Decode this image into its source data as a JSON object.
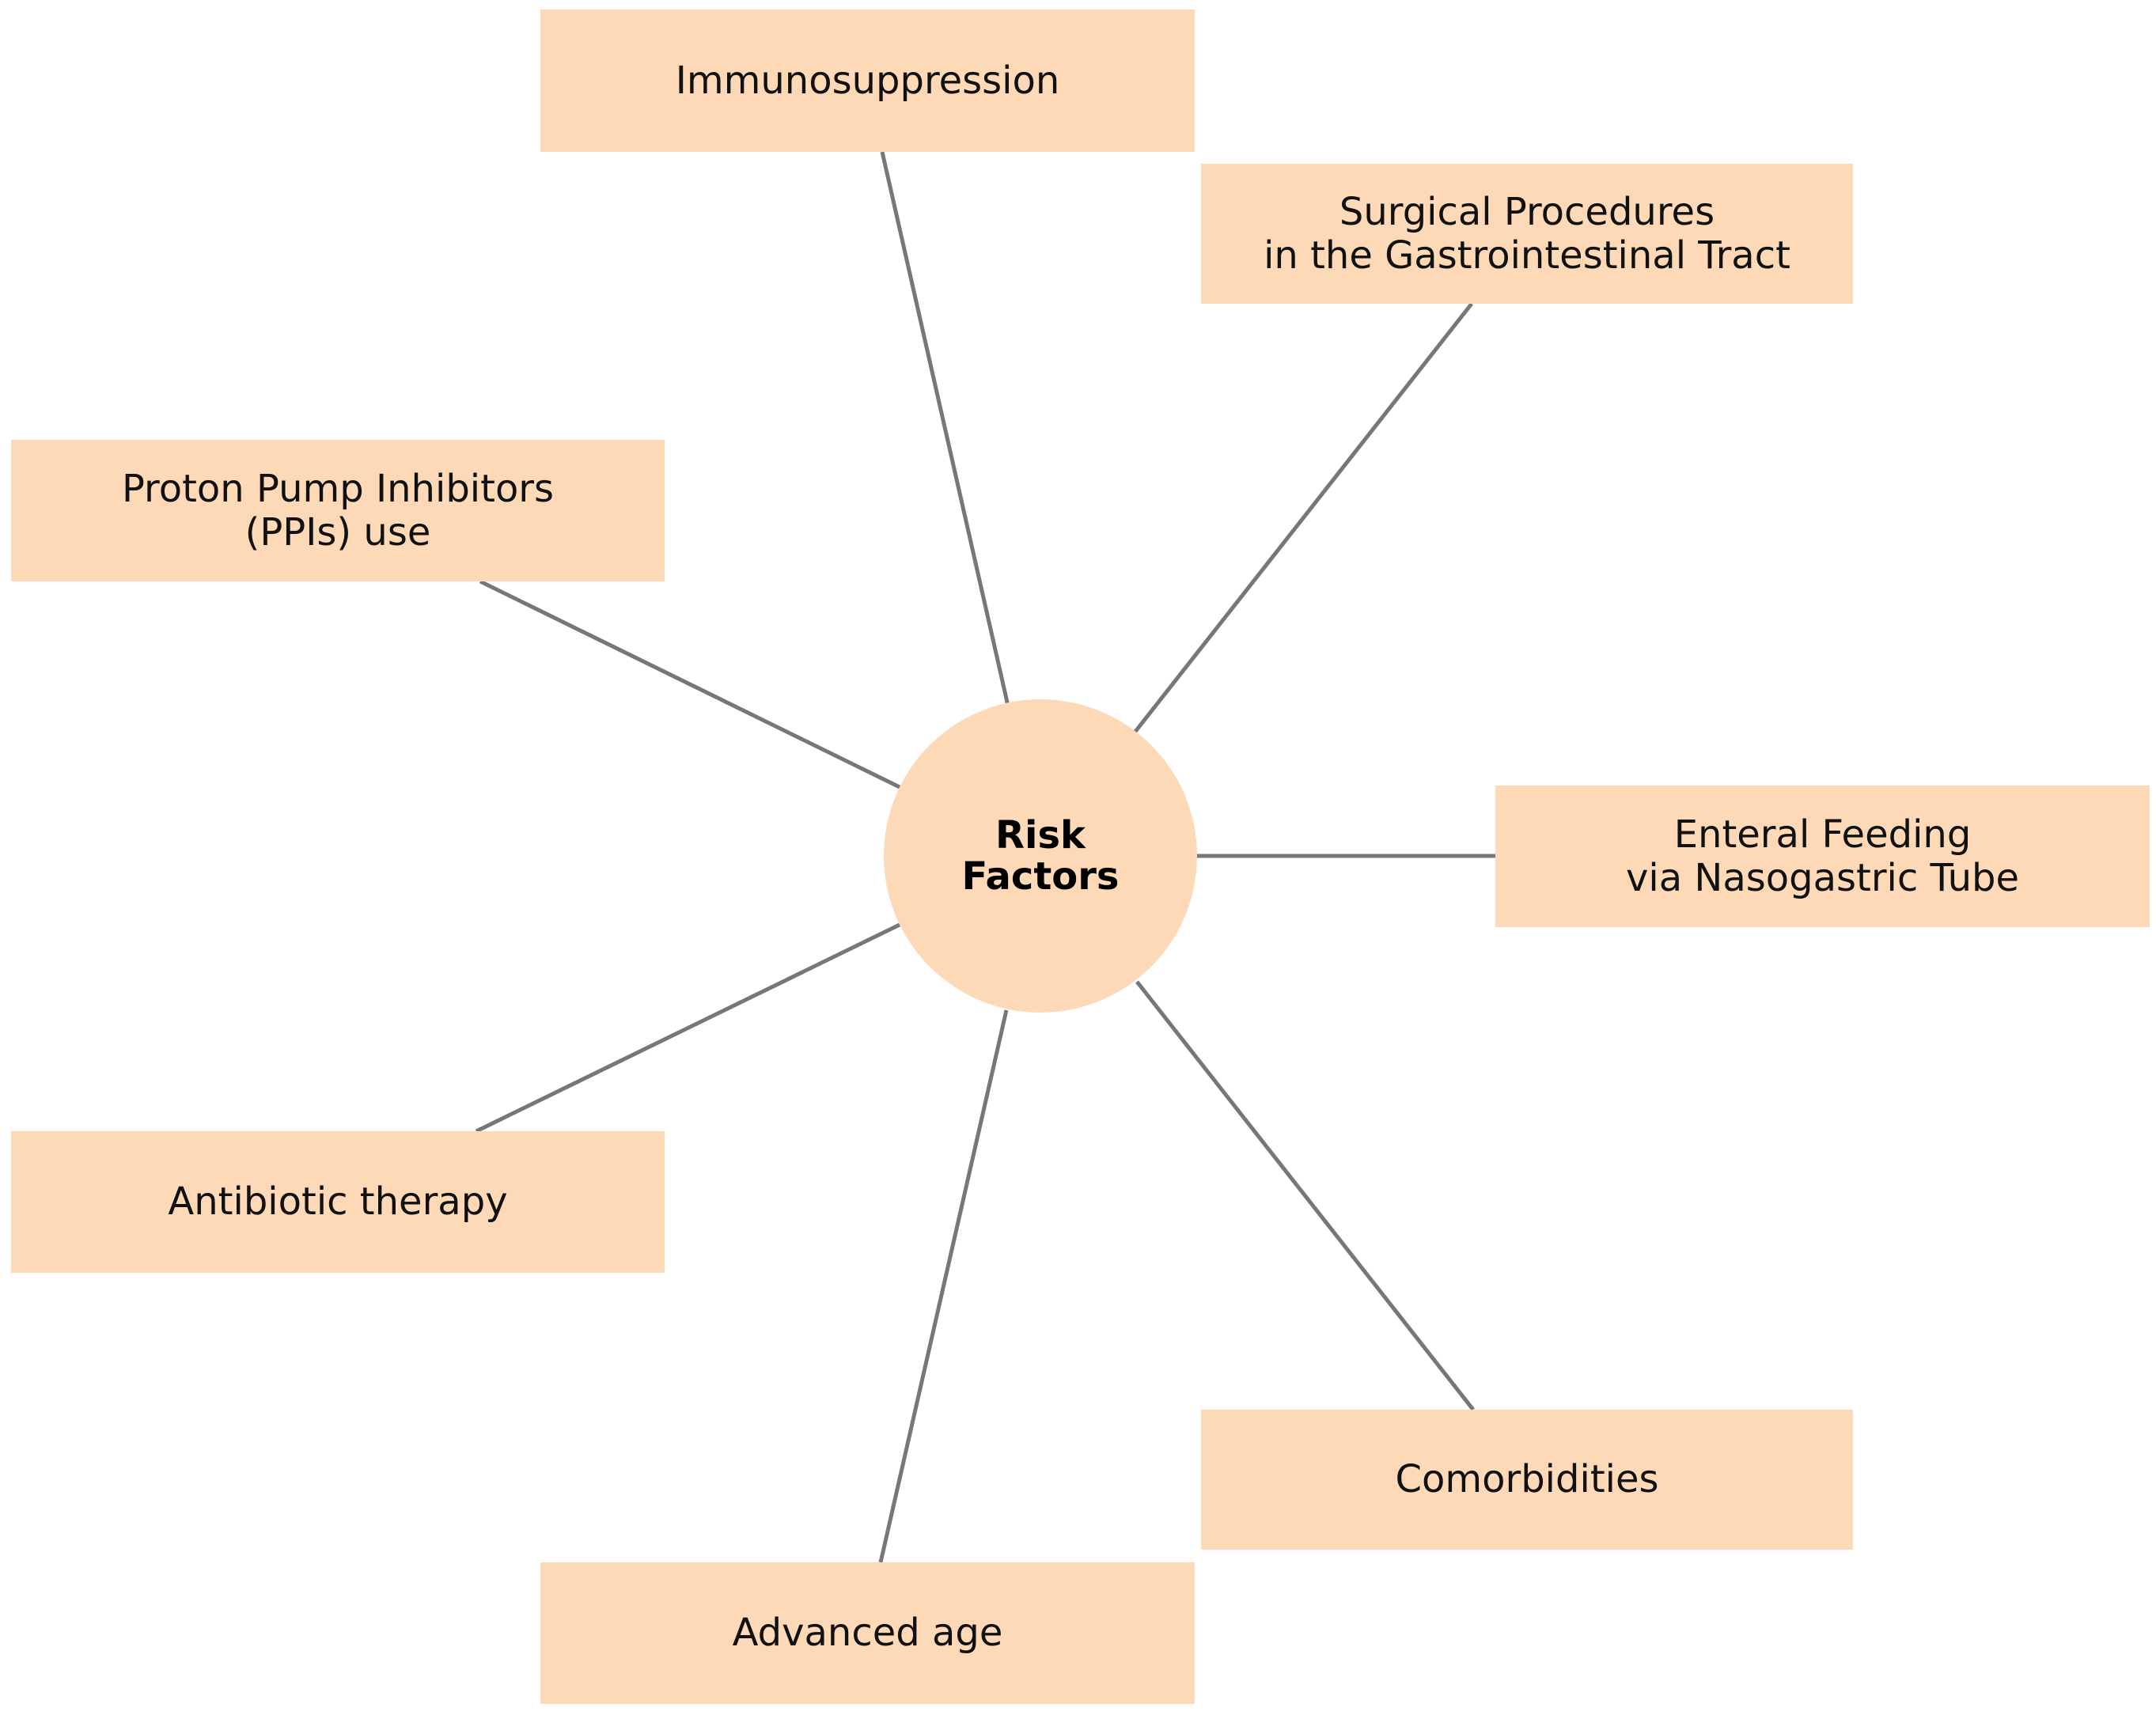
{
  "diagram": {
    "center": {
      "label": "Risk\nFactors"
    },
    "factors": [
      {
        "id": "immunosuppression",
        "label": "Immunosuppression"
      },
      {
        "id": "surgical",
        "label": "Surgical Procedures\nin the Gastrointestinal Tract"
      },
      {
        "id": "ppi",
        "label": "Proton Pump Inhibitors\n(PPIs) use"
      },
      {
        "id": "enteral",
        "label": "Enteral Feeding\nvia Nasogastric Tube"
      },
      {
        "id": "antibiotic",
        "label": "Antibiotic therapy"
      },
      {
        "id": "comorbidities",
        "label": "Comorbidities"
      },
      {
        "id": "age",
        "label": "Advanced age"
      }
    ],
    "colors": {
      "node_fill": "#fdd9b8",
      "connector": "#777777",
      "text": "#111111"
    }
  }
}
